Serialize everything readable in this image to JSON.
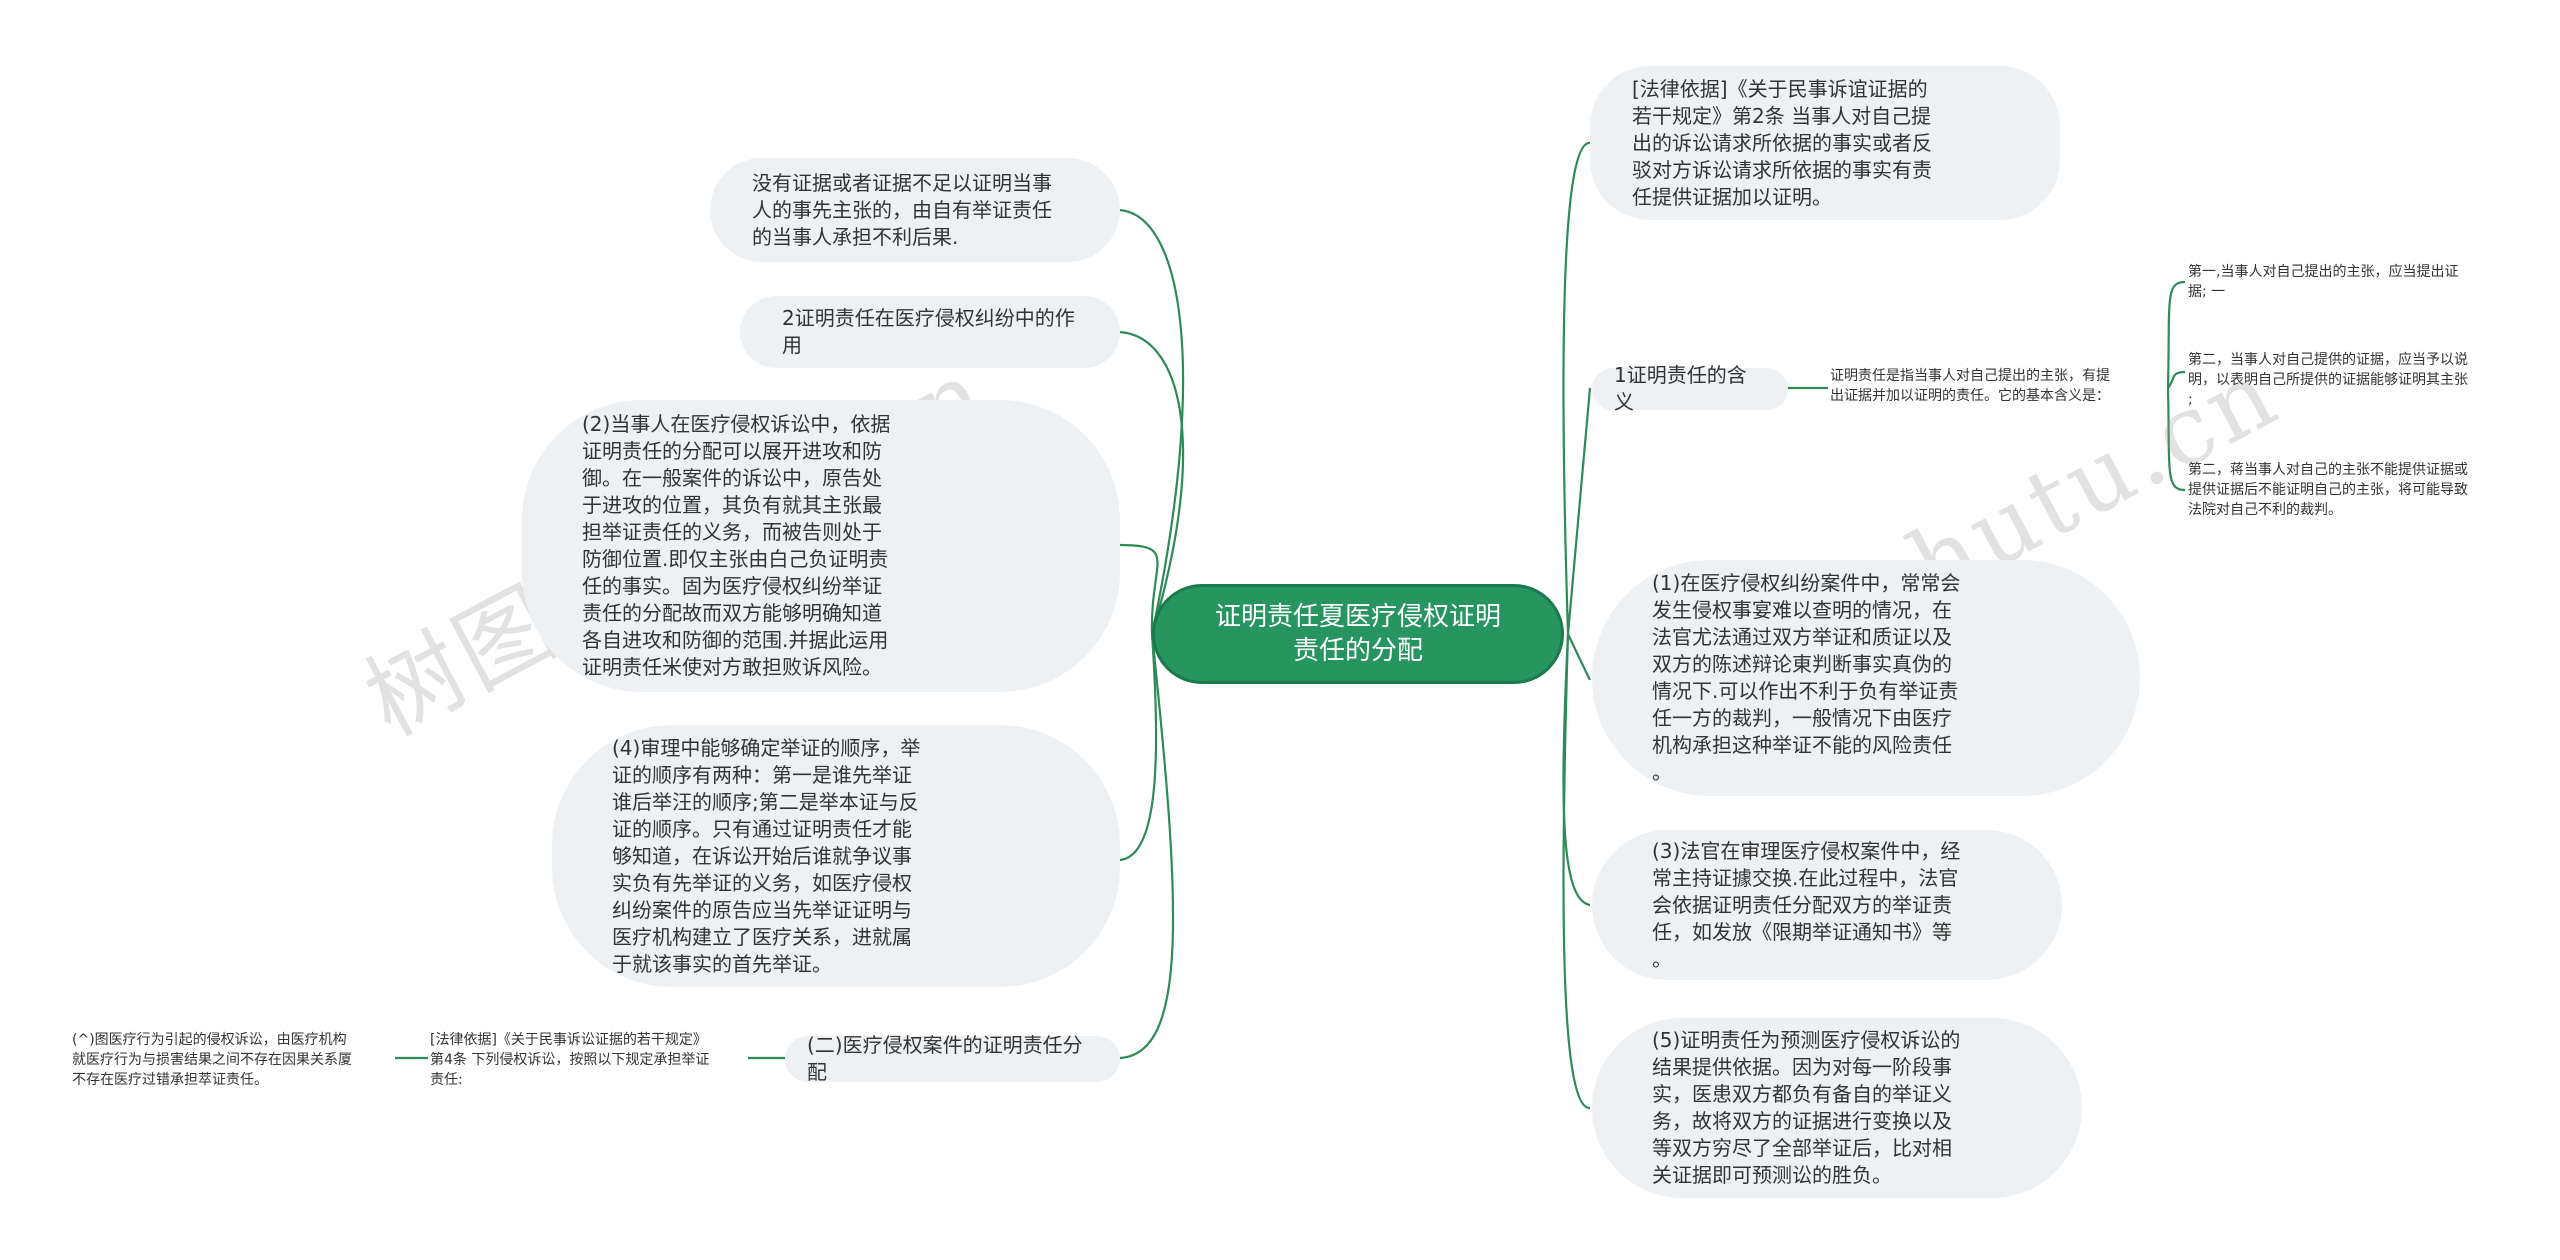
{
  "central": "证明责任夏医疗侵权证明\n责任的分配",
  "watermarks": [
    "树图 shutu.cn",
    "树图 shutu.cn"
  ],
  "left_nodes": {
    "n1": "没有证据或者证据不足以证明当事\n人的事先主张的，由自有举证责任\n的当事人承担不利后果.",
    "n2": "2证明责任在医疗侵权纠纷中的作\n用",
    "n3": "(2)当事人在医疗侵权诉讼中，依据\n证明责任的分配可以展开进攻和防\n御。在一般案件的诉讼中，原告处\n于进攻的位置，其负有就其主张最\n担举证责任的义务，而被告则处于\n防御位置.即仅主张由白己负证明责\n任的事实。固为医疗侵权纠纷举证\n责任的分配故而双方能够明确知道\n各自进攻和防御的范围.并据此运用\n证明责任米使对方敢担败诉风险。",
    "n4": "(4)审理中能够确定举证的顺序，举\n证的顺序有两种：第一是谁先举证\n谁后举汪的顺序;第二是举本证与反\n证的顺序。只有通过证明责任才能\n够知道，在诉讼开始后谁就争议事\n实负有先举证的义务，如医疗侵权\n纠纷案件的原告应当先举证证明与\n医疗机构建立了医疗关系，进就属\n于就该事实的首先举证。",
    "n5": "(二)医疗侵权案件的证明责任分配",
    "n5_child": "[法律依据]《关于民事诉讼证据的若干规定》\n第4条 下列侵权诉讼，按照以下规定承担举证\n责任:",
    "n5_grandchild": "(^)图医疗行为引起的侵权诉讼，由医疗机构\n就医疗行为与损害结果之间不存在因果关系厦\n不存在医疗过错承担萃证责任。"
  },
  "right_nodes": {
    "r1": "[法律依据]《关于民事诉谊证据的\n若干规定》第2条 当事人对自己提\n出的诉讼请求所依据的事实或者反\n驳对方诉讼请求所依据的事实有责\n任提供证据加以证明。",
    "r2": "1证明责任的含义",
    "r2_child": "证明责任是指当事人对自己提出的主张，有提\n出证据并加以证明的责任。它的基本含义是：",
    "r2_leaves": [
      "第一,当事人对自己提出的主张，应当提出证\n据; 一",
      "第二，当事人对自己提供的证据，应当予以说\n明，以表明自己所提供的证据能够证明其主张\n;",
      "第二，蒋当事人对自己的主张不能提供证据或\n提供证据后不能证明自己的主张，将可能导致\n法院对自己不利的裁判。"
    ],
    "r3": "(1)在医疗侵权纠纷案件中，常常会\n发生侵权事宴难以查明的情况，在\n法官尤法通过双方举证和质证以及\n双方的陈述辩论東判断事实真伪的\n情况下.可以作出不利于负有举证责\n任一方的裁判，一般情况下由医疗\n机构承担这种举证不能的风险责任\n。",
    "r4": "(3)法官在审理医疗侵权案件中，经\n常主持证據交换.在此过程中，法官\n会依据证明责任分配双方的举证责\n任，如发放《限期举证通知书》等\n。",
    "r5": "(5)证明责任为预测医疗侵权诉讼的\n结果提供依据。因为对每一阶段事\n实，医患双方都负有备自的举证义\n务，故将双方的证据进行变换以及\n等双方穷尽了全部举证后，比对相\n关证据即可预测讼的胜负。"
  },
  "colors": {
    "edge": "#2e8b57",
    "central_fill": "#27955f",
    "node_fill": "#eef1f4"
  }
}
